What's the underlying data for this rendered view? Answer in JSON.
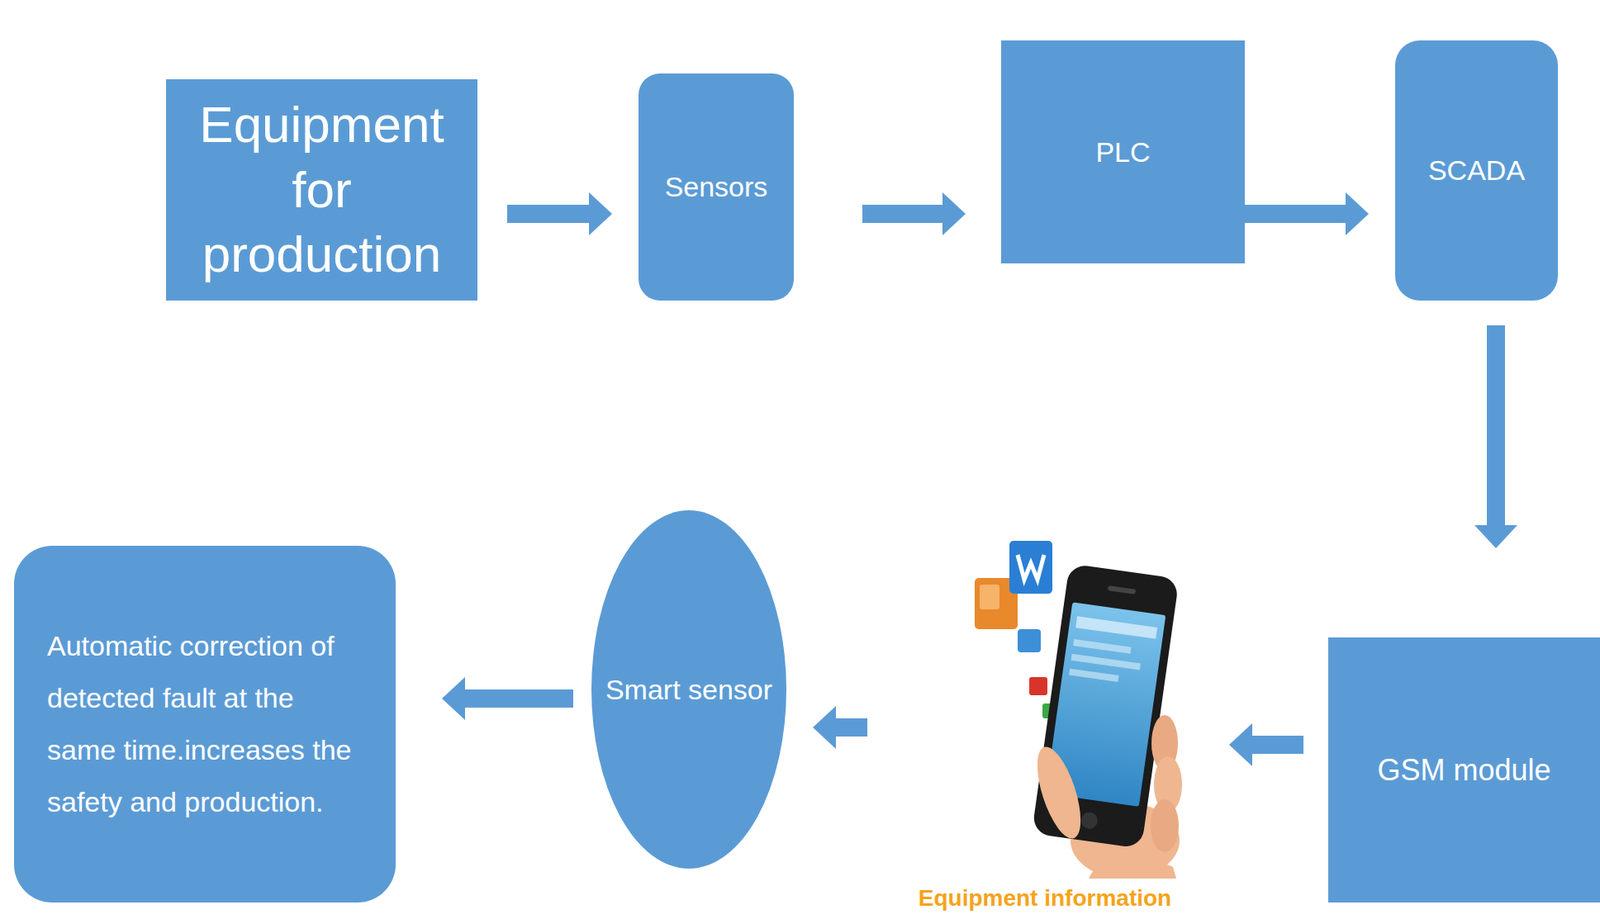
{
  "diagram": {
    "nodes": [
      {
        "text": [
          "Equipment for production"
        ]
      },
      {
        "text": [
          "Sensors"
        ]
      },
      {
        "text": [
          "PLC"
        ]
      },
      {
        "text": [
          "SCADA"
        ]
      },
      {
        "text": [
          "GSM module"
        ]
      },
      {
        "text": [
          "Equipment information"
        ]
      },
      {
        "text": [
          "Smart sensor"
        ]
      },
      {
        "text": [
          "Automatic correction of detected fault at the same time.increases the safety and production."
        ]
      }
    ],
    "edges": [
      {
        "from": 0,
        "to": 1,
        "arrow": "to"
      },
      {
        "from": 1,
        "to": 2,
        "arrow": "to"
      },
      {
        "from": 2,
        "to": 3,
        "arrow": "to"
      },
      {
        "from": 3,
        "to": 4,
        "arrow": "to"
      },
      {
        "from": 4,
        "to": 5,
        "arrow": "to"
      },
      {
        "from": 5,
        "to": 6,
        "arrow": "to"
      },
      {
        "from": 6,
        "to": 7,
        "arrow": "to"
      }
    ]
  }
}
